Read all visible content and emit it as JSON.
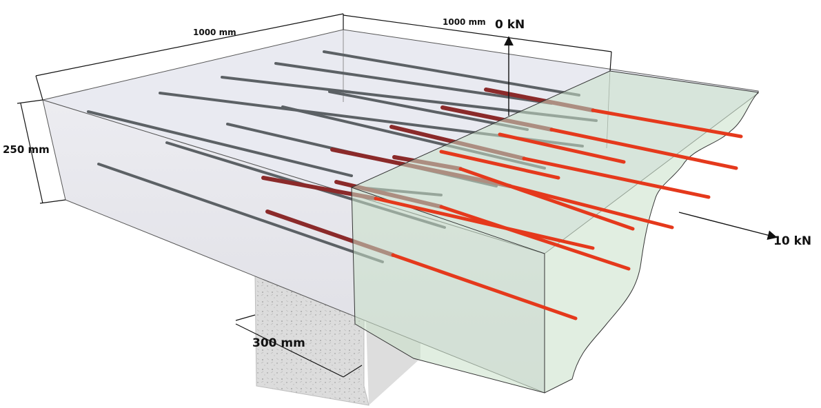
{
  "labels": {
    "top_left_dim": "1000 mm",
    "top_right_dim": "1000 mm",
    "height_dim": "250 mm",
    "column_dim": "300 mm",
    "vertical_load": "0 kN",
    "horizontal_load": "10 kN"
  },
  "colors": {
    "concrete_top": "#e9eaf1",
    "concrete_side": "#e6e6eb",
    "section_fill": "#cfe3cf",
    "rebar_plain": "#5c6165",
    "rebar_embedded": "#8b2a2a",
    "rebar_loaded": "#e5391c",
    "column": "#d9d9d9"
  }
}
